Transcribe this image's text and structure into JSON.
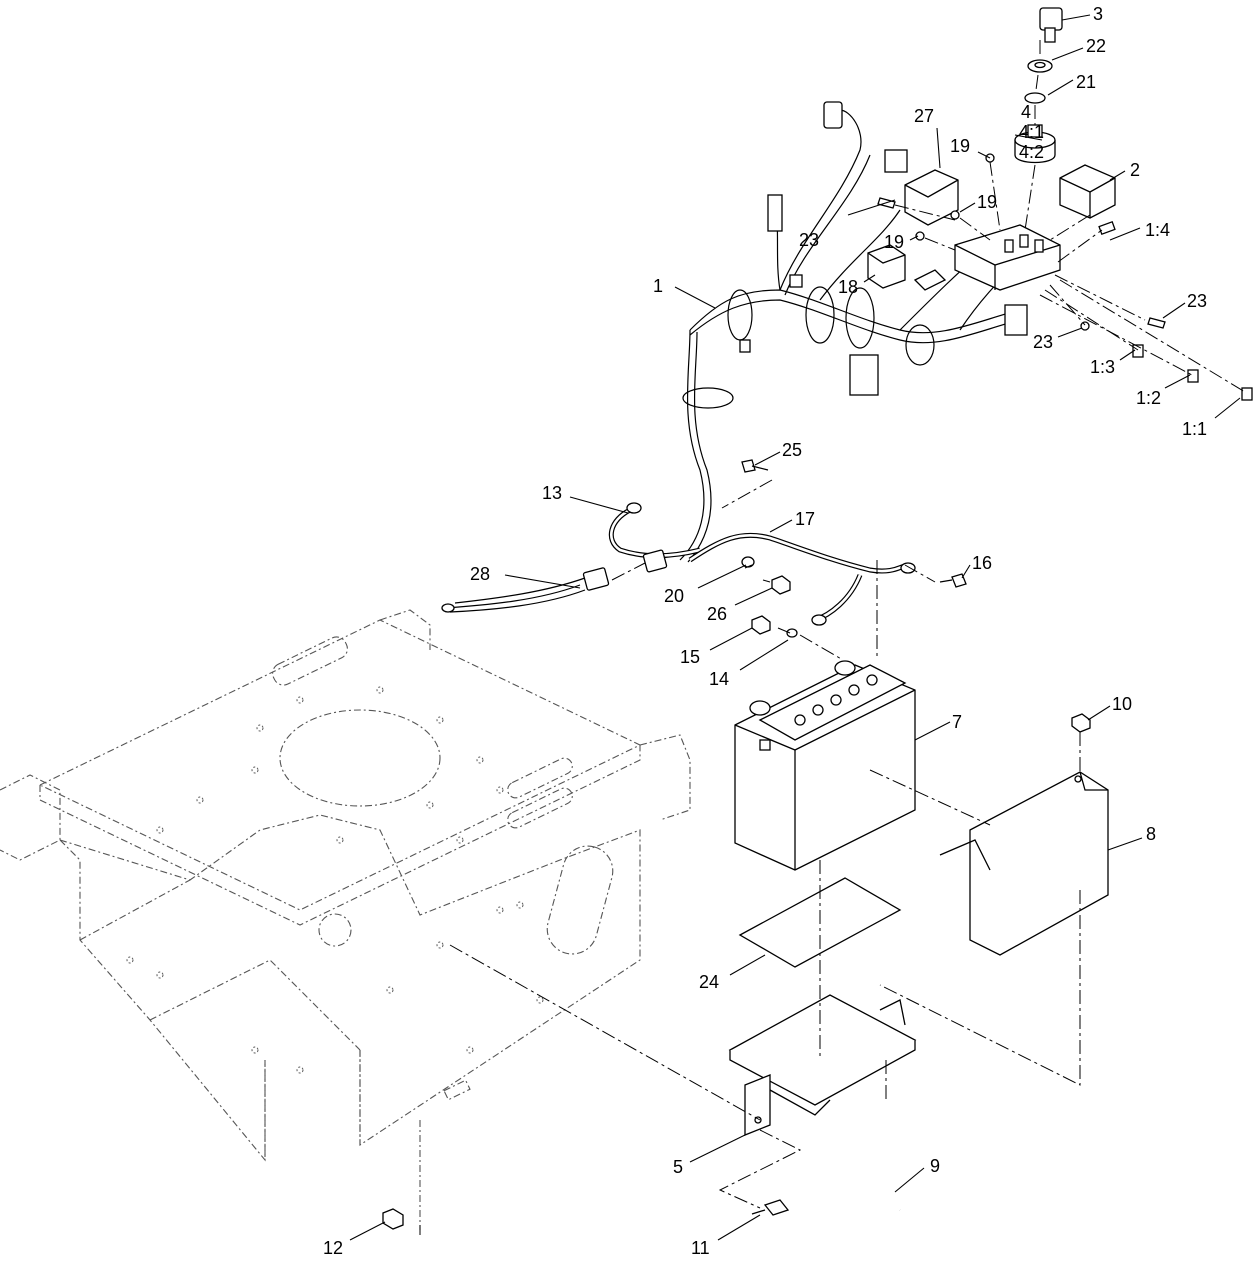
{
  "callouts": [
    {
      "id": "c3",
      "text": "3"
    },
    {
      "id": "c22",
      "text": "22"
    },
    {
      "id": "c21",
      "text": "21"
    },
    {
      "id": "c4",
      "text": "4"
    },
    {
      "id": "c4-1",
      "text": "4:1"
    },
    {
      "id": "c4-2",
      "text": "4:2"
    },
    {
      "id": "c27",
      "text": "27"
    },
    {
      "id": "c19a",
      "text": "19"
    },
    {
      "id": "c19b",
      "text": "19"
    },
    {
      "id": "c19c",
      "text": "19"
    },
    {
      "id": "c2",
      "text": "2"
    },
    {
      "id": "c23a",
      "text": "23"
    },
    {
      "id": "c1-4",
      "text": "1:4"
    },
    {
      "id": "c1",
      "text": "1"
    },
    {
      "id": "c18",
      "text": "18"
    },
    {
      "id": "c23b",
      "text": "23"
    },
    {
      "id": "c23c",
      "text": "23"
    },
    {
      "id": "c1-3",
      "text": "1:3"
    },
    {
      "id": "c1-2",
      "text": "1:2"
    },
    {
      "id": "c1-1",
      "text": "1:1"
    },
    {
      "id": "c25",
      "text": "25"
    },
    {
      "id": "c13",
      "text": "13"
    },
    {
      "id": "c17",
      "text": "17"
    },
    {
      "id": "c16",
      "text": "16"
    },
    {
      "id": "c28",
      "text": "28"
    },
    {
      "id": "c20",
      "text": "20"
    },
    {
      "id": "c26",
      "text": "26"
    },
    {
      "id": "c15",
      "text": "15"
    },
    {
      "id": "c14",
      "text": "14"
    },
    {
      "id": "c10",
      "text": "10"
    },
    {
      "id": "c7",
      "text": "7"
    },
    {
      "id": "c8",
      "text": "8"
    },
    {
      "id": "c24",
      "text": "24"
    },
    {
      "id": "c5",
      "text": "5"
    },
    {
      "id": "c9",
      "text": "9"
    },
    {
      "id": "c12",
      "text": "12"
    },
    {
      "id": "c11",
      "text": "11"
    }
  ]
}
